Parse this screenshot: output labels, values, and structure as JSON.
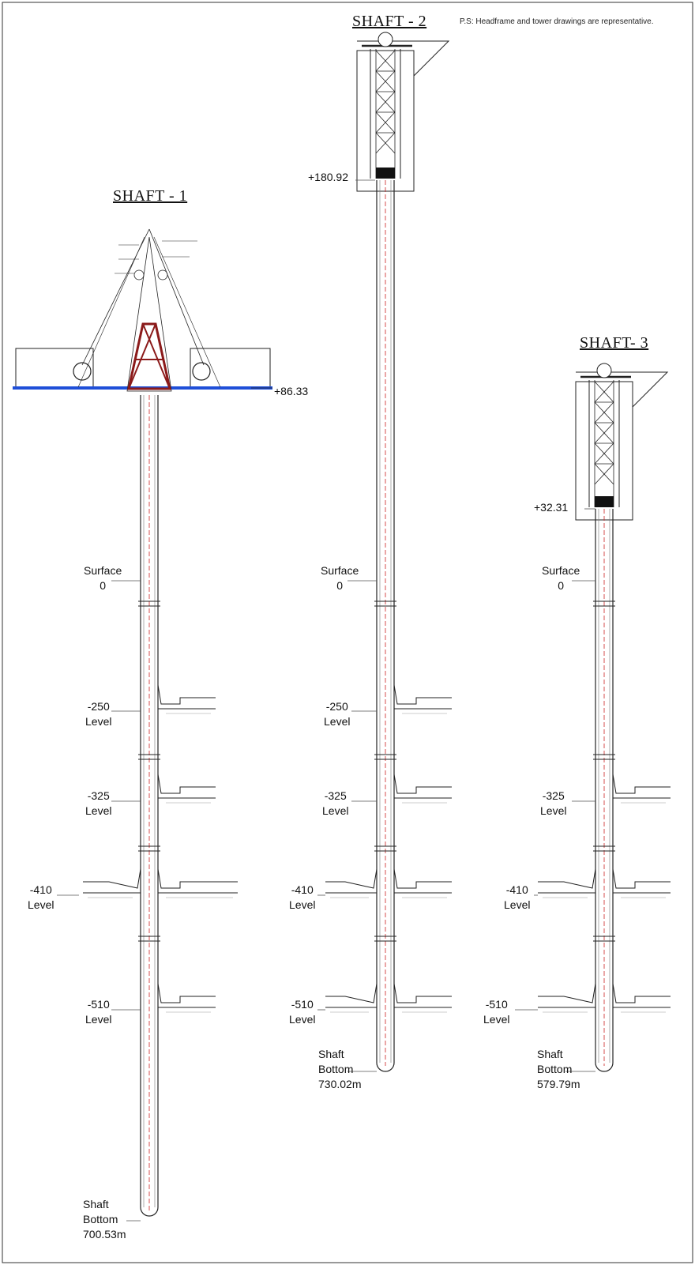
{
  "note": "P.S: Headframe and tower drawings are representative.",
  "shafts": [
    {
      "title": "SHAFT - 1",
      "collar_elevation": "+86.33",
      "levels": [
        {
          "value": "Surface",
          "caption": "0"
        },
        {
          "value": "-250",
          "caption": "Level"
        },
        {
          "value": "-325",
          "caption": "Level"
        },
        {
          "value": "-410",
          "caption": "Level"
        },
        {
          "value": "-510",
          "caption": "Level"
        }
      ],
      "bottom": {
        "line1": "Shaft",
        "line2": "Bottom",
        "depth": "700.53m"
      }
    },
    {
      "title": "SHAFT - 2",
      "collar_elevation": "+180.92",
      "levels": [
        {
          "value": "Surface",
          "caption": "0"
        },
        {
          "value": "-250",
          "caption": "Level"
        },
        {
          "value": "-325",
          "caption": "Level"
        },
        {
          "value": "-410",
          "caption": "Level"
        },
        {
          "value": "-510",
          "caption": "Level"
        }
      ],
      "bottom": {
        "line1": "Shaft",
        "line2": "Bottom",
        "depth": "730.02m"
      }
    },
    {
      "title": "SHAFT- 3",
      "collar_elevation": "+32.31",
      "levels": [
        {
          "value": "Surface",
          "caption": "0"
        },
        {
          "value": "-325",
          "caption": "Level"
        },
        {
          "value": "-410",
          "caption": "Level"
        },
        {
          "value": "-510",
          "caption": "Level"
        }
      ],
      "bottom": {
        "line1": "Shaft",
        "line2": "Bottom",
        "depth": "579.79m"
      }
    }
  ],
  "colors": {
    "line": "#222222",
    "axis": "#cc2222",
    "ground": "#1f4fd8",
    "headframe": "#8b1a1a",
    "frame_fill": "#111111"
  }
}
